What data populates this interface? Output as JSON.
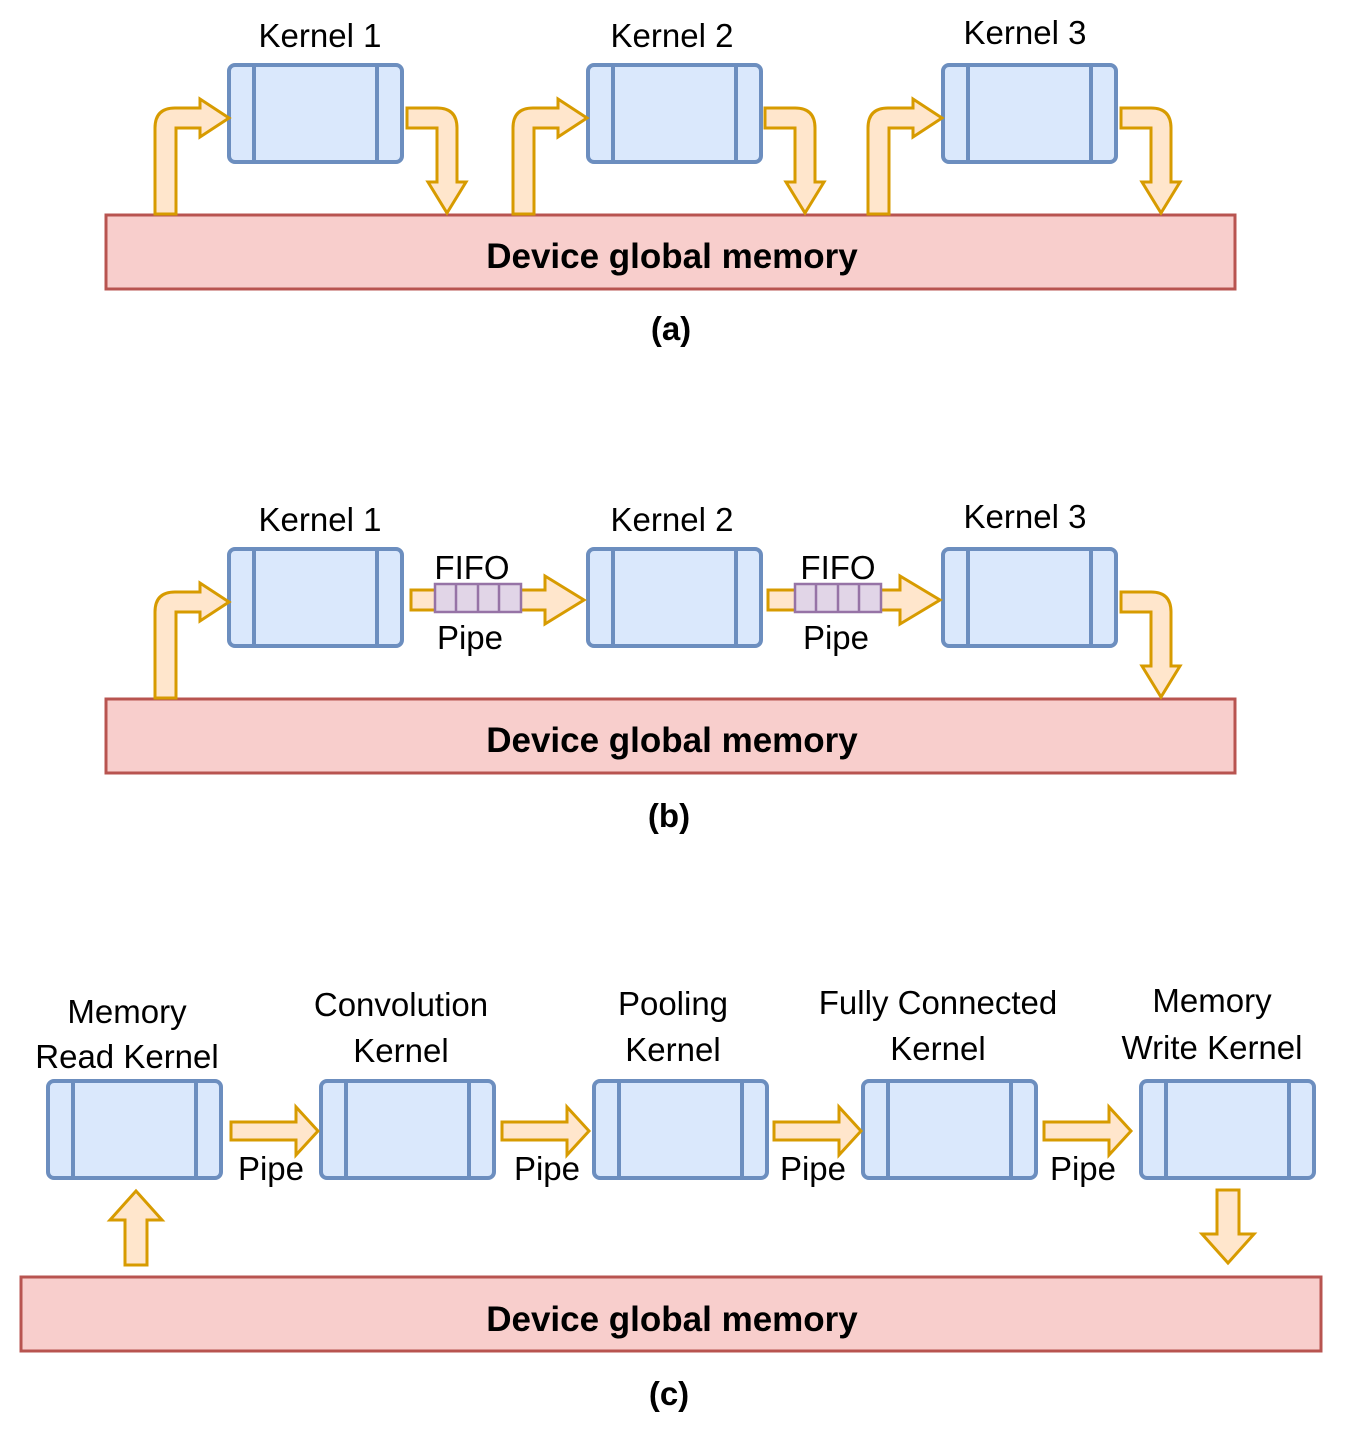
{
  "colors": {
    "kernel_fill": "#dae8fc",
    "kernel_stroke": "#6c8ebf",
    "memory_fill": "#f8cecc",
    "memory_stroke": "#b85450",
    "arrow_fill": "#ffe6cc",
    "arrow_stroke": "#d79b00",
    "fifo_fill": "#e1d5e7",
    "fifo_stroke": "#9673a6"
  },
  "panel_a": {
    "kernels": [
      "Kernel 1",
      "Kernel 2",
      "Kernel 3"
    ],
    "memory": "Device global memory",
    "caption": "(a)"
  },
  "panel_b": {
    "kernels": [
      "Kernel 1",
      "Kernel 2",
      "Kernel 3"
    ],
    "fifo_label": "FIFO",
    "pipe_label": "Pipe",
    "memory": "Device global memory",
    "caption": "(b)"
  },
  "panel_c": {
    "kernels": [
      [
        "Memory",
        "Read Kernel"
      ],
      [
        "Convolution",
        "Kernel"
      ],
      [
        "Pooling",
        "Kernel"
      ],
      [
        "Fully Connected",
        "Kernel"
      ],
      [
        "Memory",
        "Write Kernel"
      ]
    ],
    "pipe_label": "Pipe",
    "memory": "Device global memory",
    "caption": "(c)"
  }
}
